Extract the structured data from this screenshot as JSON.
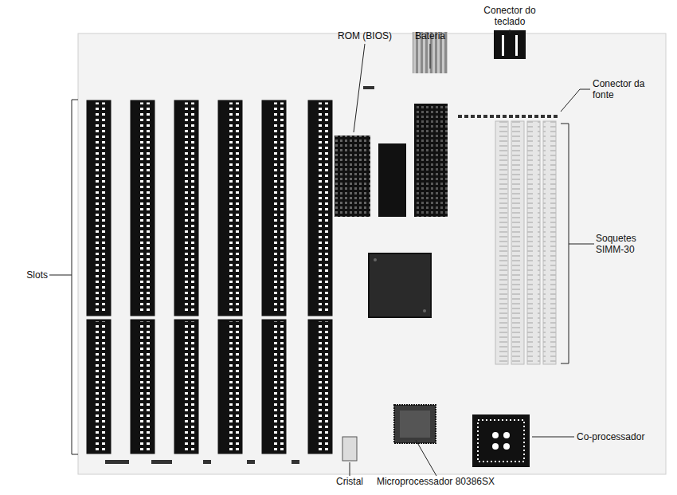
{
  "diagram": {
    "labels": [
      "Conector do teclado",
      "ROM (BIOS)",
      "Bateria",
      "Conector da fonte",
      "Slots",
      "Soquetes SIMM-30",
      "Co-processador",
      "Cristal",
      "Microprocessador 80386SX"
    ]
  }
}
